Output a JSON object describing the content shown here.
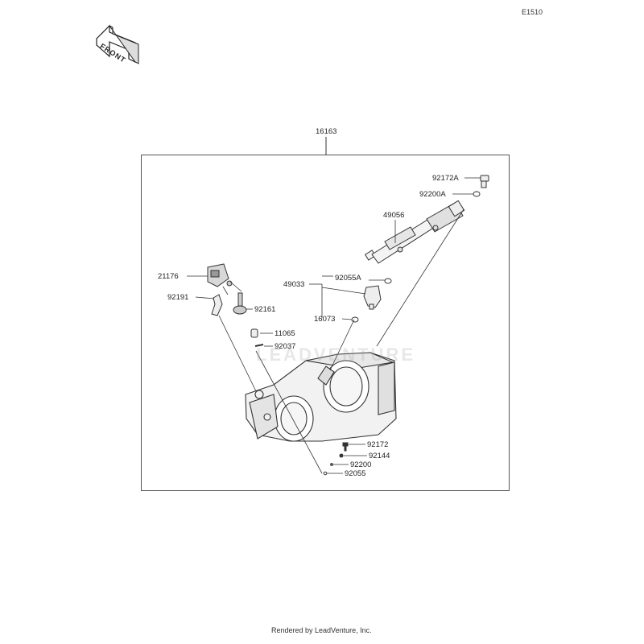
{
  "diagram_code": "E1510",
  "front_label": "FRONT",
  "watermark": "LEADVENTURE",
  "footer": "Rendered by LeadVenture, Inc.",
  "assembly_part": "16163",
  "parts": {
    "p92172A": "92172A",
    "p92200A": "92200A",
    "p49056": "49056",
    "p21176": "21176",
    "p92055A": "92055A",
    "p49033": "49033",
    "p92191": "92191",
    "p92161": "92161",
    "p16073": "16073",
    "p11065": "11065",
    "p92037": "92037",
    "p92172": "92172",
    "p92144": "92144",
    "p92200": "92200",
    "p92055": "92055"
  }
}
